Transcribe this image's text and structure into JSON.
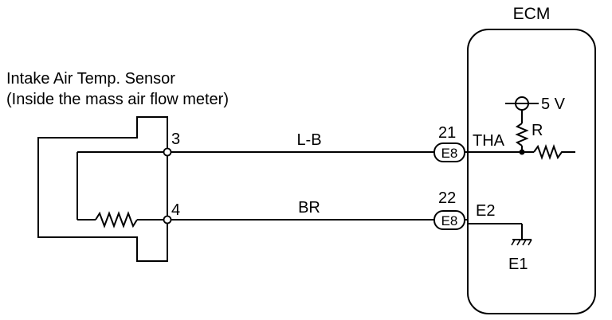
{
  "ecm": {
    "title": "ECM"
  },
  "sensor": {
    "title_line1": "Intake Air Temp. Sensor",
    "title_line2": "(Inside the mass air flow meter)",
    "pin_top": "3",
    "pin_bottom": "4"
  },
  "wires": {
    "top_color_code": "L-B",
    "bottom_color_code": "BR"
  },
  "connectors": {
    "top_pin": "21",
    "top_connector": "E8",
    "bottom_pin": "22",
    "bottom_connector": "E8"
  },
  "ecm_internal": {
    "supply_voltage": "5 V",
    "resistor_label": "R",
    "signal_terminal": "THA",
    "ground_terminal": "E2",
    "ground_label": "E1"
  }
}
